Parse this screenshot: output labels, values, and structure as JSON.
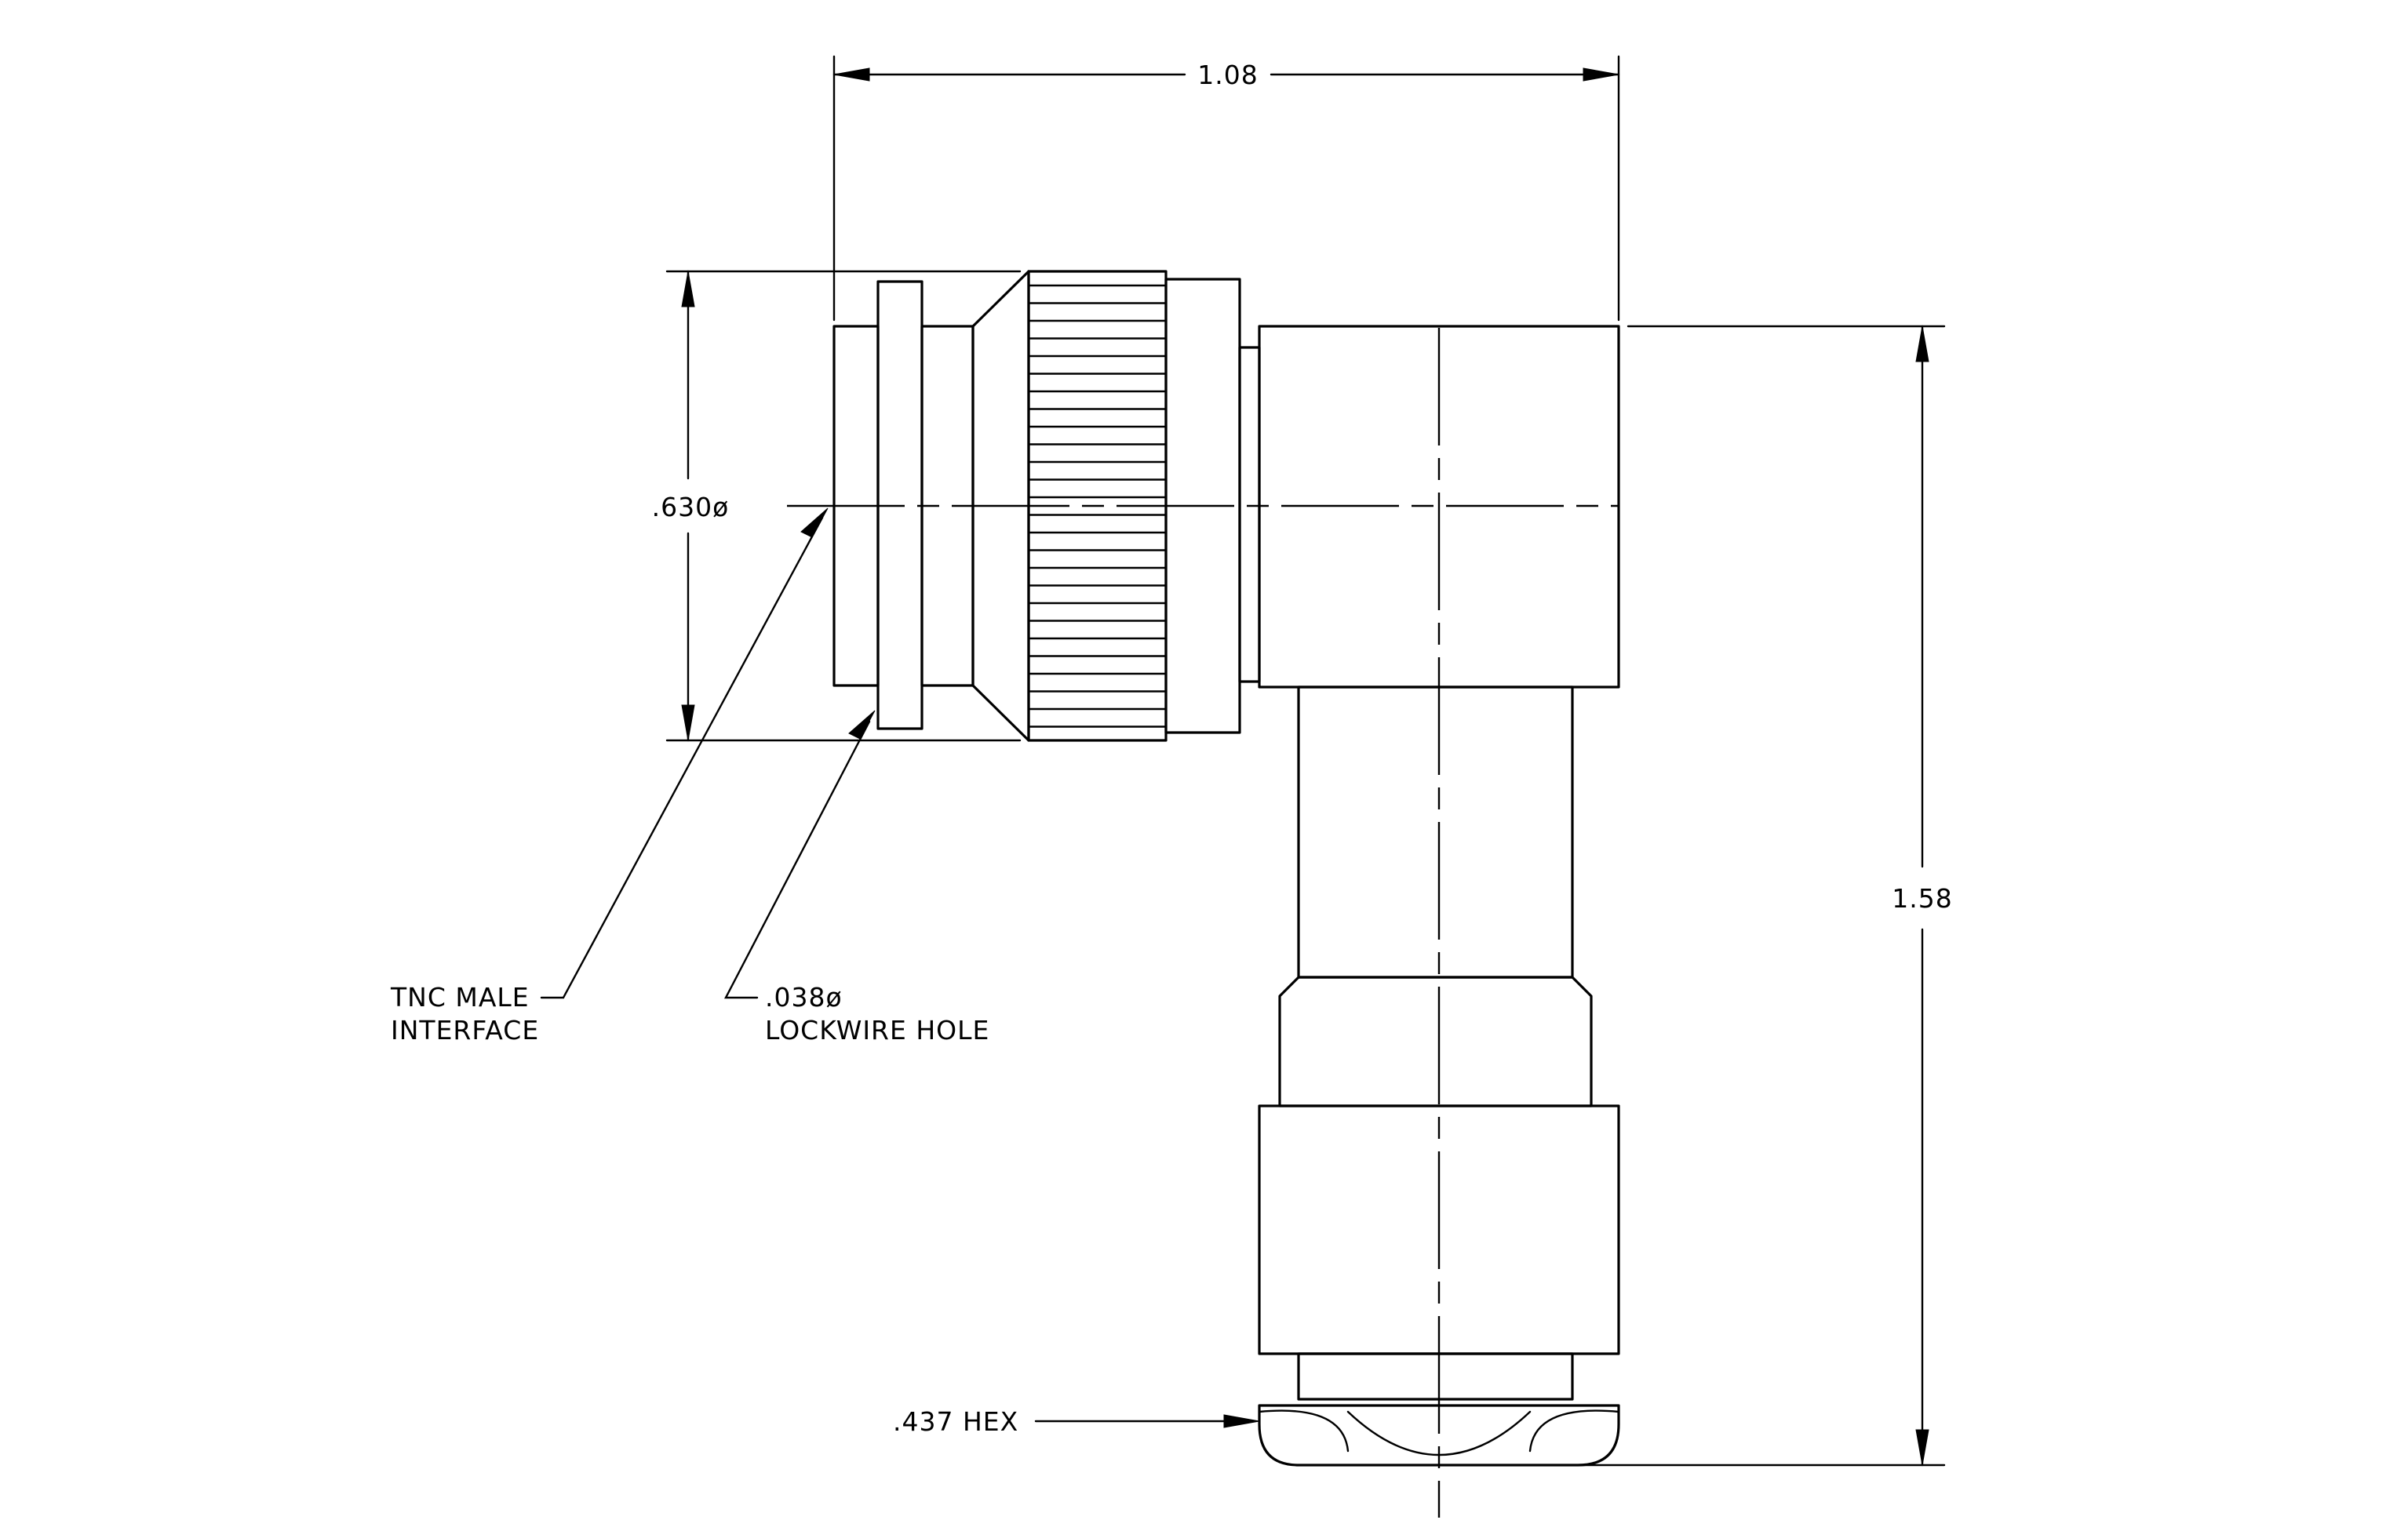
{
  "drawing": {
    "dimensions": {
      "overall_width": "1.08",
      "overall_height": "1.58",
      "interface_diameter": ".630ø",
      "hex_size": ".437 HEX"
    },
    "callouts": {
      "interface": {
        "line1": "TNC MALE",
        "line2": "INTERFACE"
      },
      "lockwire": {
        "line1": ".038ø",
        "line2": "LOCKWIRE HOLE"
      }
    }
  }
}
